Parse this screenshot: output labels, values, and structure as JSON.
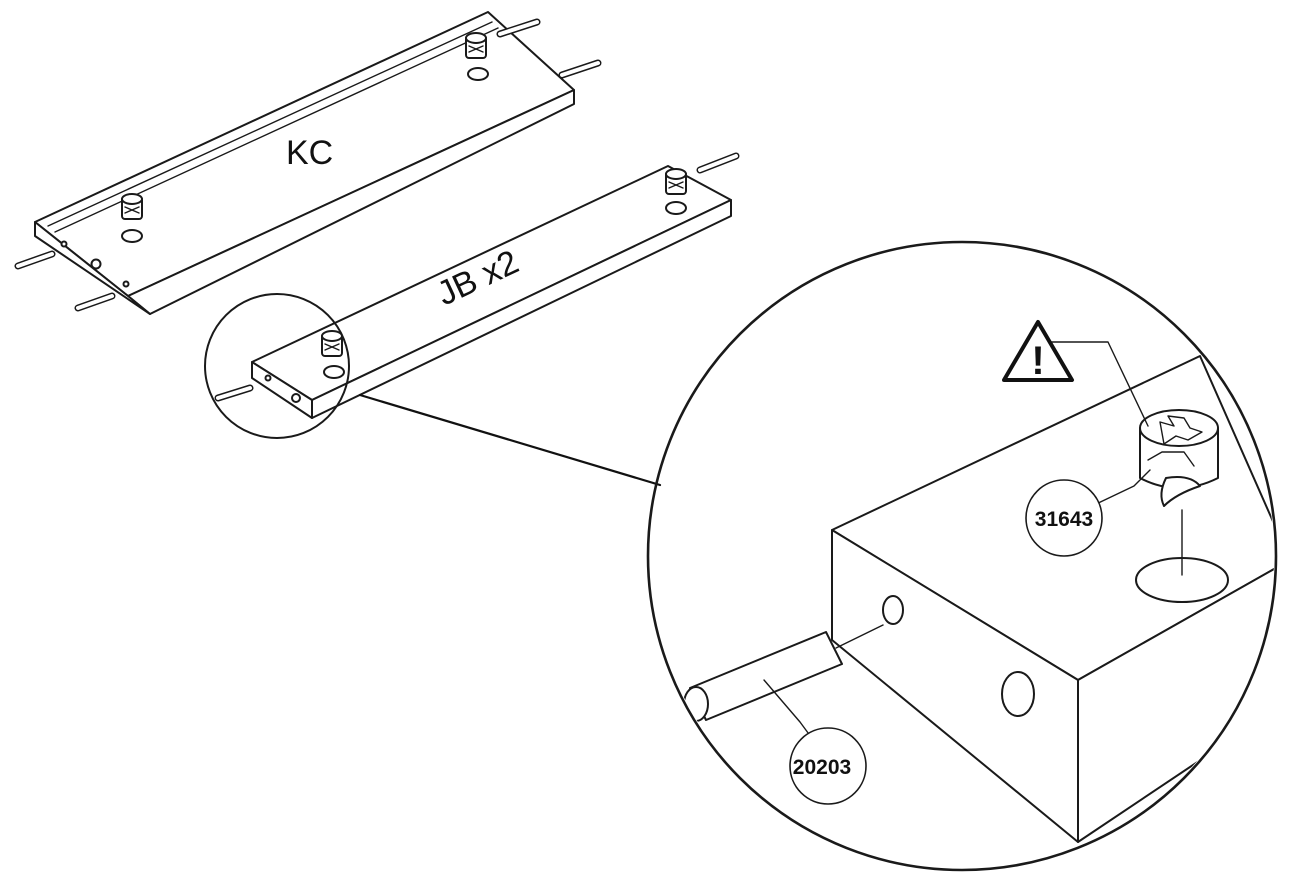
{
  "panels": {
    "top_panel_label": "KC",
    "bottom_panel_label": "JB x2"
  },
  "callouts": {
    "cam_lock_part": "31643",
    "dowel_part": "20203"
  },
  "icons": {
    "warning": "warning-triangle-icon",
    "warning_glyph": "!"
  },
  "colors": {
    "line": "#1a1a1a",
    "background": "#ffffff"
  }
}
